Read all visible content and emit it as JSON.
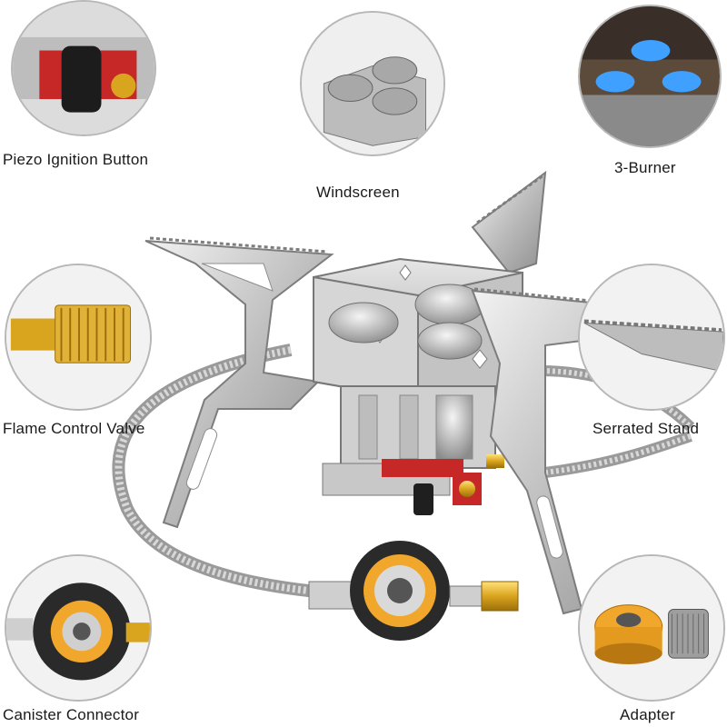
{
  "features": [
    {
      "label": "Piezo Ignition Button"
    },
    {
      "label": "Windscreen"
    },
    {
      "label": "3-Burner"
    },
    {
      "label": "Flame Control Valve"
    },
    {
      "label": "Serrated Stand"
    },
    {
      "label": "Canister Connector"
    },
    {
      "label": "Adapter"
    }
  ]
}
